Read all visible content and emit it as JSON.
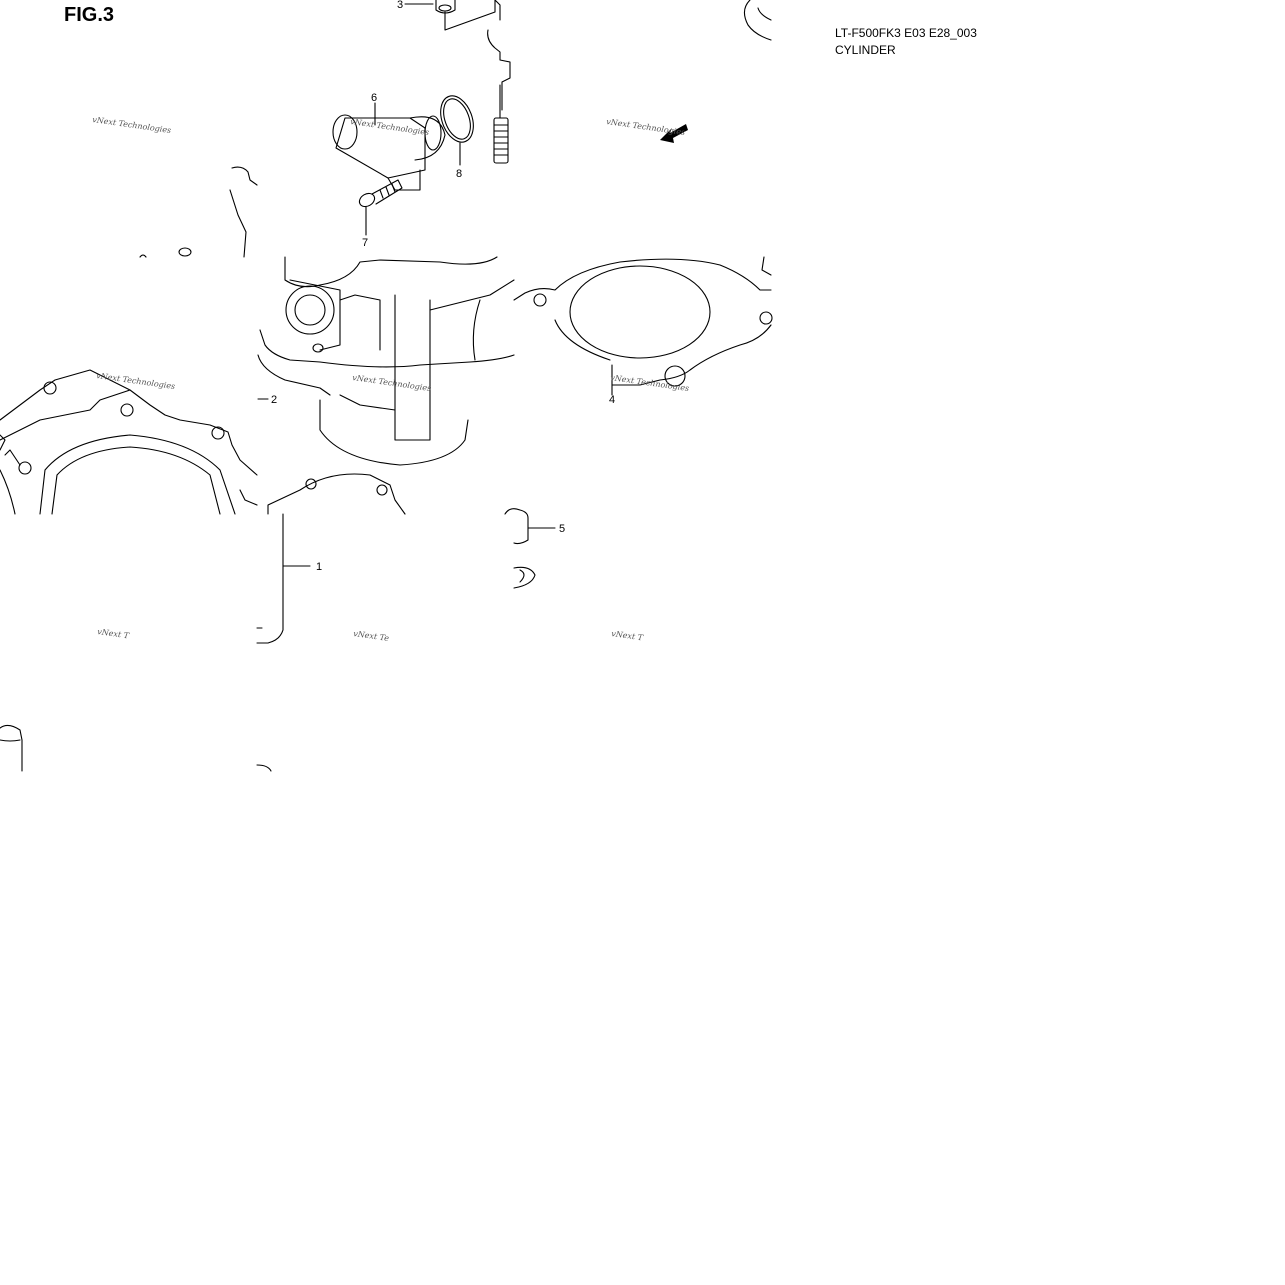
{
  "figure": {
    "title": "FIG.3",
    "model_code": "LT-F500FK3 E03 E28_003",
    "section_name": "CYLINDER"
  },
  "callouts": [
    "1",
    "2",
    "3",
    "4",
    "5",
    "6",
    "7",
    "8"
  ],
  "watermark": {
    "text": "vNext Technologies",
    "text_cut": "vNext Te",
    "text_cut2": "vNext T"
  },
  "colors": {
    "line": "#000000",
    "background": "#ffffff",
    "watermark": "#555555"
  }
}
